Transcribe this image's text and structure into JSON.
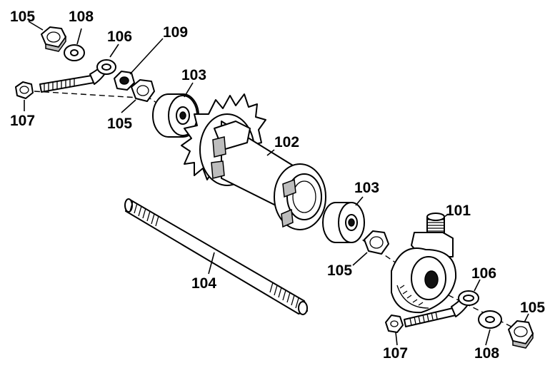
{
  "callouts": {
    "nut_top_left": "105",
    "washer_top_left": "108",
    "eyebolt_top_left": "106",
    "locknut_top": "109",
    "nut_small_left": "107",
    "nut_mid_left": "105",
    "bearing_upper": "103",
    "hub_assembly": "102",
    "bearing_lower": "103",
    "axle_rod": "104",
    "nut_center": "105",
    "bracket": "101",
    "eyebolt_lower_right": "106",
    "nut_lower_right": "105",
    "nut_small_bottom": "107",
    "washer_lower_right": "108"
  }
}
